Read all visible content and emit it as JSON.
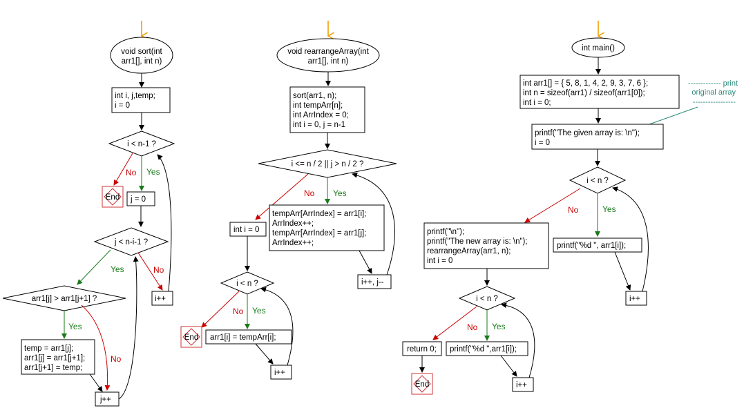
{
  "sort_fn": {
    "start": [
      "void sort(int",
      "arr1[], int n)"
    ],
    "init": [
      "int i, j,temp;",
      "i = 0"
    ],
    "cond_outer": "i < n-1 ?",
    "j_init": "j = 0",
    "cond_inner": "j < n-i-1 ?",
    "cond_compare": "arr1[j] > arr1[j+1] ?",
    "swap": [
      "temp = arr1[j];",
      "arr1[j] = arr1[j+1];",
      "arr1[j+1] = temp;"
    ],
    "j_inc": "j++",
    "i_inc": "i++",
    "end": "End"
  },
  "rearrange_fn": {
    "start": [
      "void rearrangeArray(int",
      "arr1[], int n)"
    ],
    "init": [
      "sort(arr1, n);",
      "int tempArr[n];",
      "int ArrIndex = 0;",
      "int i = 0, j = n-1"
    ],
    "cond_loop": "i <= n / 2 || j > n / 2 ?",
    "fill": [
      "tempArr[ArrIndex] = arr1[i];",
      "ArrIndex++;",
      "tempArr[ArrIndex] = arr1[j];",
      "ArrIndex++;"
    ],
    "ij_step": "i++, j--",
    "i_reset": "int i = 0",
    "cond_copy": "i < n ?",
    "copy": "arr1[i] = tempArr[i];",
    "i_inc": "i++",
    "end": "End"
  },
  "main_fn": {
    "start": "int main()",
    "init": [
      "int arr1[] = { 5, 8, 1, 4, 2, 9, 3, 7, 6 };",
      "int n = sizeof(arr1) / sizeof(arr1[0]);",
      "int i = 0;"
    ],
    "note": [
      "------------- print",
      "original array",
      "-----------------"
    ],
    "print_given": [
      "printf(\"The given array is:  \\n\");",
      "i = 0"
    ],
    "cond_print1": "i < n ?",
    "print_elem1": "printf(\"%d  \", arr1[i]);",
    "i_inc1": "i++",
    "rearrange": [
      "printf(\"\\n\");",
      "printf(\"The new array is:  \\n\");",
      "rearrangeArray(arr1, n);",
      "int i = 0"
    ],
    "cond_print2": "i < n ?",
    "print_elem2": "printf(\"%d \",arr1[i]);",
    "i_inc2": "i++",
    "return": "return 0;",
    "end": "End"
  },
  "labels": {
    "yes": "Yes",
    "no": "No"
  },
  "colors": {
    "yes": "#1a7a1a",
    "no": "#cc0000",
    "entry": "#f0a000",
    "note": "#2a8a7a",
    "end_border": "#cc3333"
  }
}
